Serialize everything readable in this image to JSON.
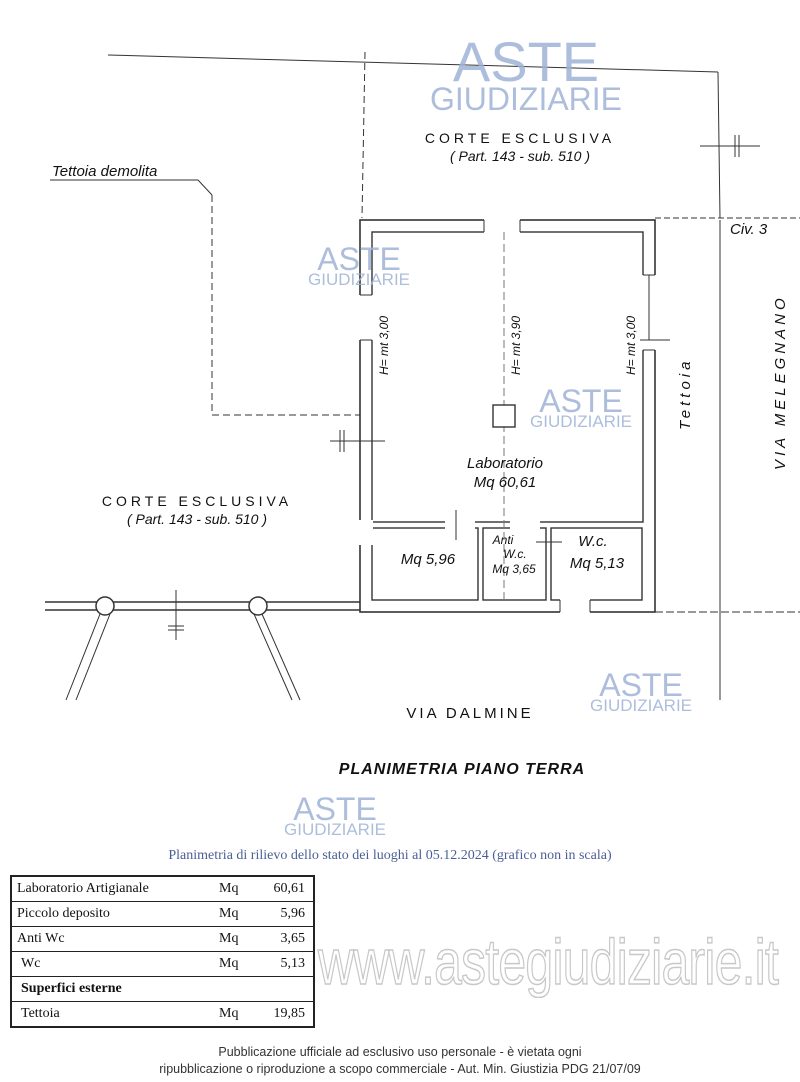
{
  "watermark": {
    "line1": "ASTE",
    "line2": "GIUDIZIARIE",
    "site": "www.astegiudiziarie.it",
    "color": "#9fb3d6"
  },
  "plan": {
    "tettoia_demolita": "Tettoia demolita",
    "corte_top": {
      "title": "CORTE ESCLUSIVA",
      "sub": "( Part. 143 - sub. 510 )"
    },
    "corte_left": {
      "title": "CORTE ESCLUSIVA",
      "sub": "( Part. 143 - sub. 510 )"
    },
    "civ": "Civ. 3",
    "via_melegnano": "VIA MELEGNANO",
    "tettoia": "Tettoia",
    "via_dalmine": "VIA DALMINE",
    "heights": [
      "H= mt 3,00",
      "H= mt 3,90",
      "H= mt 3,00"
    ],
    "laboratorio": {
      "name": "Laboratorio",
      "area": "Mq 60,61"
    },
    "deposito": {
      "area": "Mq 5,96"
    },
    "anti_wc": {
      "name1": "Anti",
      "name2": "W.c.",
      "area": "Mq 3,65"
    },
    "wc": {
      "name": "W.c.",
      "area": "Mq 5,13"
    },
    "title": "PLANIMETRIA PIANO TERRA"
  },
  "caption": "Planimetria di rilievo dello stato dei luoghi al 05.12.2024 (grafico non in scala)",
  "table": {
    "rows": [
      {
        "name": "Laboratorio Artigianale",
        "unit": "Mq",
        "value": "60,61"
      },
      {
        "name": "Piccolo deposito",
        "unit": "Mq",
        "value": "5,96"
      },
      {
        "name": "Anti Wc",
        "unit": "Mq",
        "value": "3,65"
      },
      {
        "name": "Wc",
        "unit": "Mq",
        "value": "5,13"
      }
    ],
    "section": "Superfici esterne",
    "external": [
      {
        "name": "Tettoia",
        "unit": "Mq",
        "value": "19,85"
      }
    ]
  },
  "notice": {
    "line1": "Pubblicazione ufficiale ad esclusivo uso personale - è vietata ogni",
    "line2": "ripubblicazione o riproduzione a scopo commerciale - Aut. Min. Giustizia PDG 21/07/09"
  }
}
